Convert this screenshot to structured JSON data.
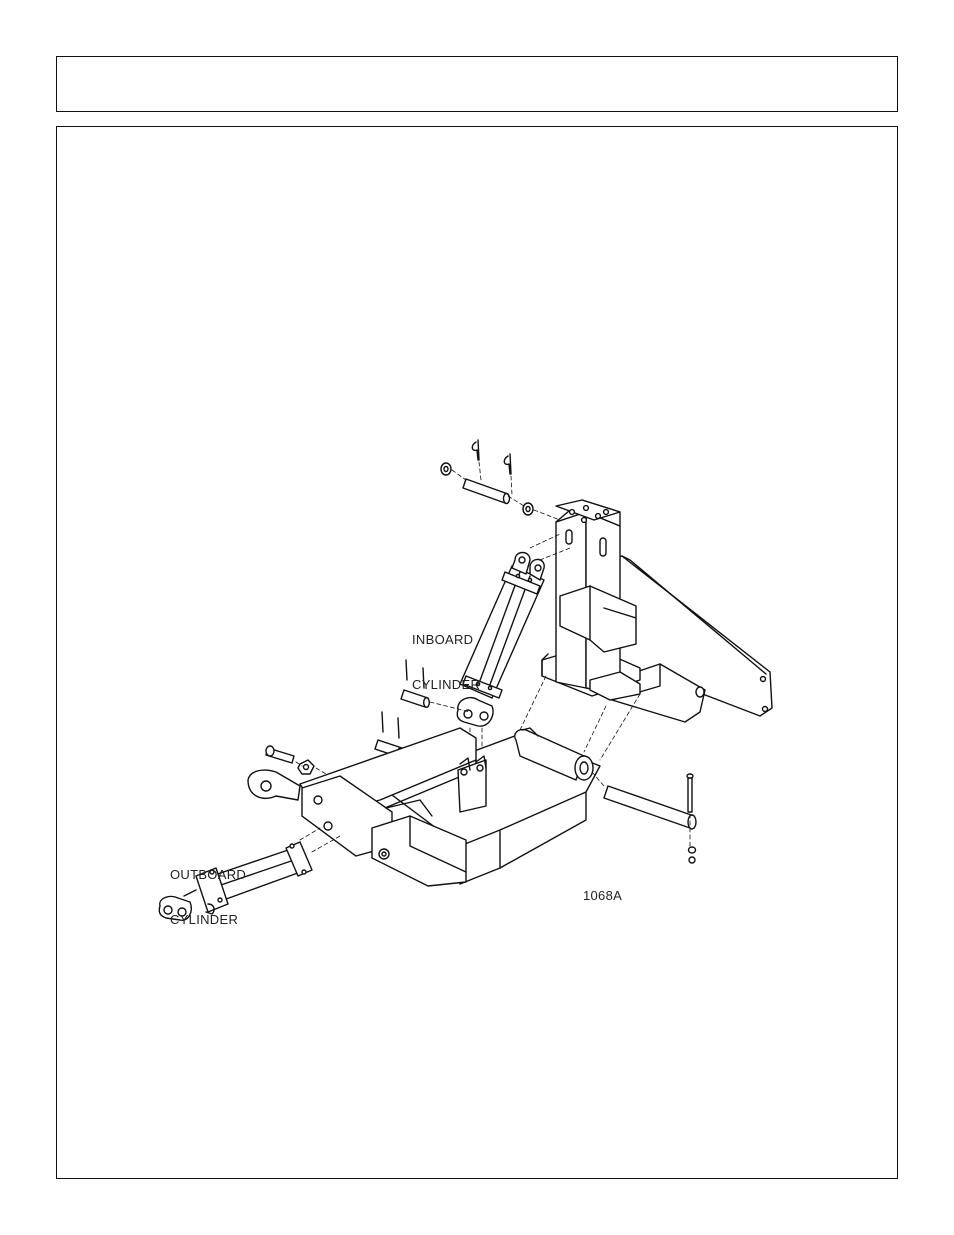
{
  "header": {
    "title": ""
  },
  "figure": {
    "labels": {
      "inboard_line1": "INBOARD",
      "inboard_line2": "CYLINDER",
      "outboard_line1": "OUTBOARD",
      "outboard_line2": "CYLINDER",
      "figure_number": "1068A"
    }
  }
}
